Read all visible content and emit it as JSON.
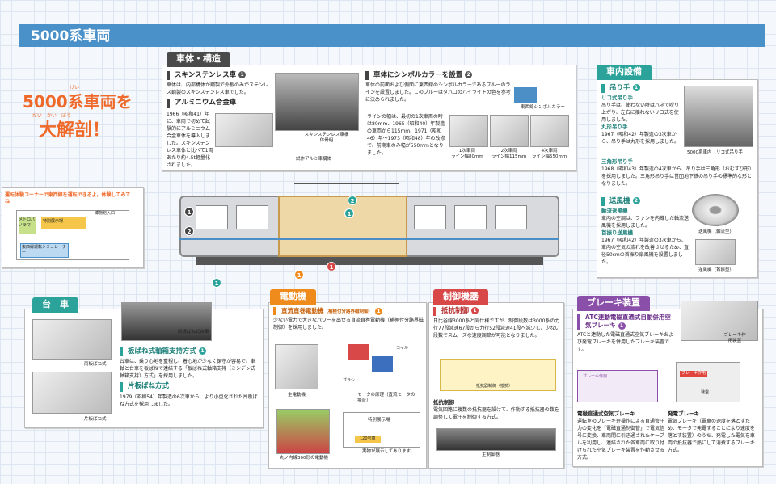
{
  "title": "5000系車両",
  "headline": {
    "line1": "5000系車両を",
    "line2": "大解剖！",
    "ruby1": "けい",
    "ruby2": "だい　かい　ぼう"
  },
  "body_section": {
    "tab": "車体・構造",
    "stainless_title": "スキンステンレス車",
    "stainless_num": "1",
    "stainless_text": "車体は、内部構体が鋼製で外板のみがステンレス鋼製のスキンステンレス車でした。",
    "aluminum_title": "アルミニウム合金車",
    "aluminum_text": "1966（昭和41）年に、車両で初めて試験的にアルミニウム合金車体を導入しました。スキンステンレス車体と比べて1両あたり約4.5t軽量化されました。",
    "cap_aluminum": "試作アルミ車構体",
    "cap_stainless": "スキンステンレス車構体骨組",
    "color_title": "車体にシンボルカラーを設置",
    "color_num": "2",
    "color_text1": "車体の前面および側面に東西線のシンボルカラーであるブルーのラインを設置しました。このブルーはタバコのハイライトの色を参考に決められました。",
    "color_text2": "ラインの幅は、最初の1次車両の時は80mm、1965（昭和40）年製造の車両から115mm、1971（昭和46）年～1973（昭和48）年の改修で、前期車のみ幅が550mmとなりました。",
    "swatch_label": "東西線シンボルカラー",
    "swatch_color": "#4b8fc6",
    "gen1": "1次車両\nライン幅80mm",
    "gen2": "2次車両\nライン幅115mm",
    "gen4": "4次車両\nライン幅550mm"
  },
  "interior": {
    "tab": "車内設備",
    "strap_title": "吊り手",
    "strap_num": "1",
    "ring_h": "リコ式吊り手",
    "ring_text": "吊り手は、使わない時はバネで吹り上がり、左右に揺れないリコ式を使用しました。",
    "round_h": "丸形吊り手",
    "round_text": "1967（昭和42）年製造の3次車から、吊り手は丸形を採用しました。",
    "tri_h": "三角形吊り手",
    "tri_text": "1968（昭和43）年製造の4次車から、吊り手は三角形（おむすび形）を採用しました。三角形吊り手は営団地下鉄の吊り手の標準的な形となりました。",
    "cap_strap": "5000系車内　リコ式吊り手",
    "fan_title": "送風機",
    "fan_num": "2",
    "fan1_h": "軸流送風機",
    "fan1_text": "車内の空調は、ファンを内蔵した軸流送風機を採用しました。",
    "fan2_h": "首振り送風機",
    "fan2_text": "1967（昭和42）年製造の3次車から、車内の空気の流れを改善させるため、直径50cmの首振り扇風機を設置しました。",
    "cap_fan1": "送風機（軸流型）",
    "cap_fan2": "送風機（首振型）"
  },
  "simulator": {
    "text": "運転体験コーナーで東西線を運転できるよ。体験してみてね！",
    "labels": {
      "metro": "メトロパノラマ",
      "special": "特別展示場",
      "museum": "博物館入口",
      "sim": "東西線運転シミュレーター"
    }
  },
  "bogie": {
    "tab": "台　車",
    "cap_top": "両板ばね式",
    "cap_bottom": "片板ばね式",
    "cap_photo": "両板ばね式台車",
    "t1": "板ばね式軸箱支持方式",
    "t1_num": "1",
    "t1_text": "台車は、乗り心地を重視し、着心地が少なく保守が容易で、車軸と台車を板ばねで連結する「板ばね式軸箱支持（ミンデン式軸箱支持）方式」を採用しました。",
    "t2": "片板ばね方式",
    "t2_text": "1979（昭和54）年製造の6次車から、より小型化された片板ばね方式を採用しました。"
  },
  "motor": {
    "tab": "電動機",
    "t1": "直流直巻電動機",
    "t1_note": "（補極付分路界磁制御）",
    "t1_num": "1",
    "t1_text": "少ない電力で大きなパワーを出せる直流直巻電動機（補極付分路界磁制御）を採用しました。",
    "cap_motor": "主電動機",
    "cap_dia": "モータの原理（直流モータの場合）",
    "cap_brush": "ブラシ",
    "cap_coil": "コイル",
    "cap_cut": "丸ノ内線300形の電動機",
    "cap_ex": "実物が展示してあります。",
    "ex_label": "特別展示場",
    "ex_car": "120号車"
  },
  "control": {
    "tab": "制御機器",
    "t1": "抵抗制御",
    "t1_num": "1",
    "t1_text": "日比谷線3000系と同仕様ですが、制御段数は3000系の力行77段減速67段から力行52段減速41段へ減少し、少ない段数でスムーズな速度調節が可能となりました。",
    "diagram_label": "抵抗器制御（抵抗）",
    "t2": "抵抗制御",
    "t2_text": "電気回路に複数の抵抗器を設けて、作動する抵抗器の数を調整して電圧を制御する方式。",
    "cap_ctrl": "主制御器"
  },
  "brake": {
    "tab": "ブレーキ装置",
    "t1": "ATC連動電磁直通式自動併用空気ブレーキ",
    "t1_num": "1",
    "t1_text": "ATCと連動した電磁直通式空気ブレーキおよび発電ブレーキを併用したブレーキ装置です。",
    "cap_photo": "ブレーキ作用装置",
    "air_h": "電磁直通式空気ブレーキ",
    "air_text": "運転室のブレーキ弁操作による直通管圧力の変化を「電磁直通制御管」で電気信号に変換、車両間に引き通されたケーブルを利用し、連結された各車両に取り付けられた空気ブレーキ装置を作動させる方式。",
    "gen_h": "発電ブレーキ",
    "gen_text": "電気ブレーキ（電車の速度を落とすため、モータで発電することにより速度を落とす装置）のうち、発電した電気を車両の抵抗器で熱にして消費するブレーキ方式。",
    "diag1": "ブレーキ作用",
    "diag2": "ブレーキ作用",
    "diag3": "発電"
  }
}
